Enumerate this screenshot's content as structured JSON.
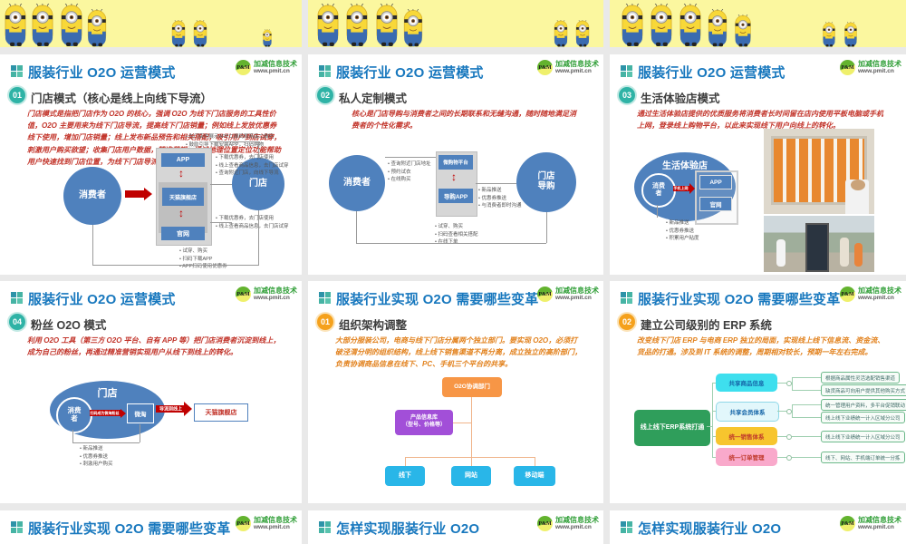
{
  "logo": {
    "abbr": "P&M",
    "company": "加减信息技术",
    "website": "www.pmit.cn"
  },
  "colors": {
    "title_blue": "#1878be",
    "badge_teal": "#2fb3a6",
    "badge_orange": "#f5a11c",
    "node_blue": "#4f81bd",
    "arrow_red": "#c00000",
    "body_red": "#c2342a",
    "body_orange": "#e2821e",
    "org_orange": "#f79646",
    "org_purple": "#a24fd8",
    "org_cyan": "#29b6e8",
    "map_green": "#2f9e5b",
    "map_cyan": "#3edfee",
    "map_pale": "#e2f7fb",
    "map_yellow": "#f7c52e",
    "map_pink": "#f9a9cb"
  },
  "slides": {
    "s1": {
      "title": "服装行业 O2O 运营模式",
      "num": "01",
      "heading": "门店模式（核心是线上向线下导流）",
      "body": "门店模式是指把门店作为 O2O 的核心，强调 O2O 为线下门店服务的工具性价值，O2O 主要用来为线下门店导流，提高线下门店销量；例如线上发放优惠券线下使用，增加门店销量；线上发布新品预告和相关搭配，吸引用户到店试穿，刺激用户购买欲望；收集门店用户数据，精准营销；通过地理位置定位功能帮助用户快速找到门店位置，为线下门店导流量。",
      "consumer": "消费者",
      "app": "APP",
      "tmall": "天猫旗舰店",
      "web": "官网",
      "store": "门店",
      "ann_top": "• 在门店内展示APP二维码和商品二维码\n• 鼓励引导下载安装APP，扫码购物",
      "ann_mid": "• 下载优惠券，去门店使用\n• 线上查看商品信息，去门店试穿\n• 查询附近门店，向线下导流",
      "ann_low": "• 下载优惠券，去门店使用\n• 线上查看商品信息，去门店试穿",
      "ann_bottom": "• 试穿、购买\n• 扫码下载APP\n• APP扫码使用优惠券"
    },
    "s2": {
      "title": "服装行业 O2O 运营模式",
      "num": "02",
      "heading": "私人定制模式",
      "body": "核心是门店导购与消费者之间的长期联系和无缝沟通，随时随地满足消费者的个性化需求。",
      "consumer": "消费者",
      "platform": "微购物平台",
      "guideapp": "导购APP",
      "store": "门店\n导购",
      "ann_left": "• 查询附近门店地址\n• 预约试衣\n• 在线购买",
      "ann_right": "• 新品推送\n• 优惠券推送\n• 与消费者即时沟通",
      "ann_bottom": "• 试穿、购买\n• 扫码查看相关搭配\n• 在线下单"
    },
    "s3": {
      "title": "服装行业 O2O 运营模式",
      "num": "03",
      "heading": "生活体验店模式",
      "body": "通过生活体验店提供的优质服务将消费者长时间留在店内使用平板电脑或手机上网，登录线上购物平台，以此来实现线下用户向线上的转化。",
      "ellipse": "生活体验店",
      "consumer": "消费\n者",
      "arrow": "手机上网",
      "app": "APP",
      "web": "官网",
      "ann": "• 新品推送\n• 优惠券推送\n• 积累用户粘度"
    },
    "s4": {
      "title": "服装行业 O2O 运营模式",
      "num": "04",
      "heading": "粉丝 O2O 模式",
      "body": "利用 O2O 工具（第三方 O2O 平台、自有 APP 等）把门店消费者沉淀到线上，成为自己的粉丝，再通过精准营销实现用户从线下到线上的转化。",
      "ellipse": "门店",
      "consumer": "消费\n者",
      "arrow1": "扫码成为微淘粉丝",
      "weitao": "微淘",
      "arrow2": "导流到线上",
      "tmall": "天猫旗舰店",
      "ann": "• 新品推送\n• 优惠券推送\n• 刺激用户购买"
    },
    "s5": {
      "title": "服装行业实现 O2O 需要哪些变革",
      "num": "01",
      "heading": "组织架构调整",
      "body": "大部分服装公司，电商与线下门店分属两个独立部门。要实现 O2O，必须打破泾渭分明的组织结构，线上线下销售渠道不再分离，成立独立的高阶部门，负责协调商品信息在线下、PC、手机三个平台的共享。",
      "root": "O2O协调部门",
      "info": "产品信息库\n（型号、价格等）",
      "children": [
        "线下",
        "网站",
        "移动端"
      ]
    },
    "s6": {
      "title": "服装行业实现 O2O 需要哪些变革",
      "num": "02",
      "heading": "建立公司级别的 ERP 系统",
      "body": "改变线下门店 ERP 与电商 ERP 独立的局面，实现线上线下信息流、资金流、货品的打通。涉及到 IT 系统的调整，周期相对较长，预期一年左右完成。",
      "root": "线上线下ERP系统打通",
      "branches": [
        {
          "label": "共享商品信息",
          "leaves": [
            "根据商品属性灵活选配销售渠道",
            "缺货商品可向用户提供其他购买方式"
          ]
        },
        {
          "label": "共享会员体系",
          "leaves": [
            "统一管理用户资料，多平台促销联动",
            "线上线下业绩统一计入区域分公司"
          ]
        },
        {
          "label": "统一销售体系",
          "leaves": [
            "线上线下业绩统一计入区域分公司"
          ]
        },
        {
          "label": "统一订单管理",
          "leaves": [
            "线下、网站、手机端订单统一分拣"
          ]
        }
      ]
    },
    "s7": {
      "title": "服装行业实现 O2O 需要哪些变革"
    },
    "s8": {
      "title": "怎样实现服装行业 O2O"
    },
    "s9": {
      "title": "怎样实现服装行业 O2O"
    }
  }
}
